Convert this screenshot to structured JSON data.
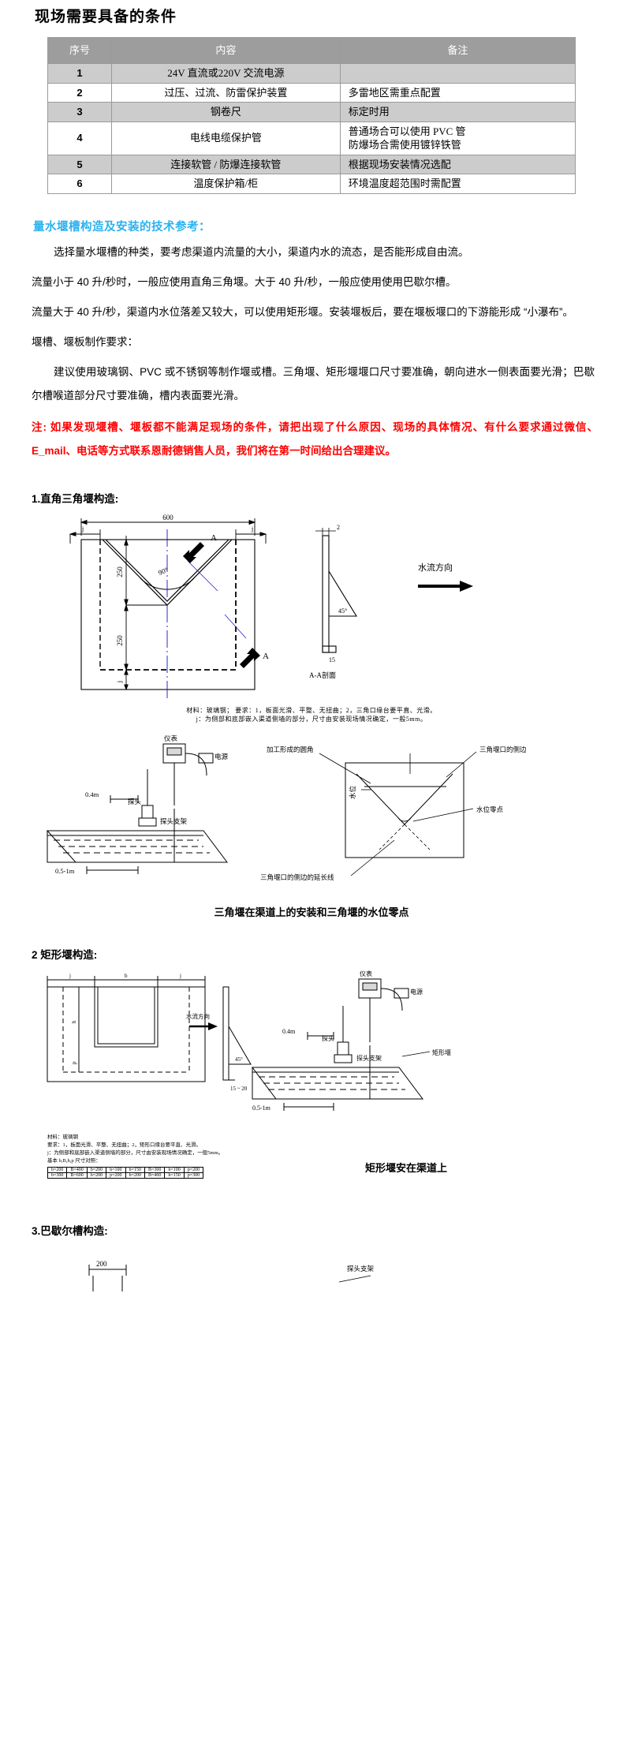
{
  "doc": {
    "title": "现场需要具备的条件"
  },
  "table": {
    "headers": [
      "序号",
      "内容",
      "备注"
    ],
    "rows": [
      {
        "no": "1",
        "content": "24V 直流或220V 交流电源",
        "remark": ""
      },
      {
        "no": "2",
        "content": "过压、过流、防雷保护装置",
        "remark": "多雷地区需重点配置"
      },
      {
        "no": "3",
        "content": "钢卷尺",
        "remark": "标定时用"
      },
      {
        "no": "4",
        "content": "电线电缆保护管",
        "remark_line1": "普通场合可以使用 PVC 管",
        "remark_line2": "防爆场合需使用镀锌铁管"
      },
      {
        "no": "5",
        "content": "连接软管 / 防爆连接软管",
        "remark": "根据现场安装情况选配"
      },
      {
        "no": "6",
        "content": "温度保护箱/柜",
        "remark": "环境温度超范围时需配置"
      }
    ]
  },
  "section": {
    "heading": "量水堰槽构造及安装的技术参考："
  },
  "paragraphs": {
    "p1": "选择量水堰槽的种类，要考虑渠道内流量的大小，渠道内水的流态，是否能形成自由流。",
    "p2": "流量小于 40 升/秒时，一般应使用直角三角堰。大于 40 升/秒，一般应使用使用巴歇尔槽。",
    "p3": "流量大于 40 升/秒，渠道内水位落差又较大，可以使用矩形堰。安装堰板后，要在堰板堰口的下游能形成 “小瀑布”。",
    "p4": "堰槽、堰板制作要求：",
    "p5": "建议使用玻璃钢、PVC 或不锈钢等制作堰或槽。三角堰、矩形堰堰口尺寸要准确，朝向进水一侧表面要光滑；巴歇尔槽喉道部分尺寸要准确，槽内表面要光滑。",
    "note": "注: 如果发现堰槽、堰板都不能满足现场的条件，请把出现了什么原因、现场的具体情况、有什么要求通过微信、E_mail、电话等方式联系恩耐德销售人员，我们将在第一时间给出合理建议。"
  },
  "figures": {
    "fig1": {
      "heading": "1.直角三角堰构造:",
      "labels": {
        "width": "600",
        "notch_height": "250",
        "lower_height": "250",
        "angle": "90°",
        "gap_left": "j",
        "gap_right": "j",
        "gap_bottom": "j",
        "section_mark_a1": "A",
        "section_mark_a2": "A",
        "flow_label": "水流方向",
        "side_angle": "45°",
        "side_thickness": "2",
        "side_base": "15",
        "section_caption": "A-A剖面"
      },
      "material_note_line1": "材料：玻璃钢；  要求：1，板面光滑、平整、无扭曲；2，三角口缘台要平直、光滑。",
      "material_note_line2": "j：为侧部和底部嵌入渠道侧墙的部分，尺寸由安装现场情况确定，一般5mm。"
    },
    "fig2": {
      "labels": {
        "meter": "仪表",
        "power": "电源",
        "probe": "探头",
        "probe_bracket": "探头支架",
        "dist_top": "0.4m",
        "dist_bottom": "0.5-1m",
        "round_corner": "加工形成的圆角",
        "weir_side": "三角堰口的侧边",
        "water_level": "水位",
        "water_zero": "水位零点",
        "extension_line": "三角堰口的侧边的延长线"
      },
      "caption": "三角堰在渠道上的安装和三角堰的水位零点"
    },
    "fig3": {
      "heading": "2 矩形堰构造:",
      "labels": {
        "flow_dir": "水流方向",
        "angle": "45°",
        "thick": "15 ~ 20",
        "meter": "仪表",
        "power": "电源",
        "probe": "探头",
        "probe_bracket": "探头支架",
        "rect_weir": "矩形堰",
        "dist_top": "0.4m",
        "dist_bottom": "0.5-1m"
      },
      "material_note": [
        "材料：玻璃钢",
        "要求：1，板面光滑、平整、无扭曲；2，矩形口缘台要平直、光滑。",
        "j：为侧部和底部嵌入渠道侧墙的部分，尺寸由安装现场情况确定，一般5mm。",
        "基本 b,B,h,p 尺寸对照："
      ],
      "size_table": {
        "row1": [
          "b=200",
          "B=400",
          "b=200",
          "h=100",
          "b=150",
          "B=300",
          "h=100",
          "p=200"
        ],
        "row2": [
          "b=300",
          "B=600",
          "h=200",
          "p=200",
          "b=200",
          "B=400",
          "h=150",
          "p=300"
        ]
      },
      "caption": "矩形堰安在渠道上"
    },
    "fig4": {
      "heading": "3.巴歇尔槽构造:",
      "labels": {
        "dim": "200",
        "probe_bracket": "探头支架"
      }
    }
  }
}
